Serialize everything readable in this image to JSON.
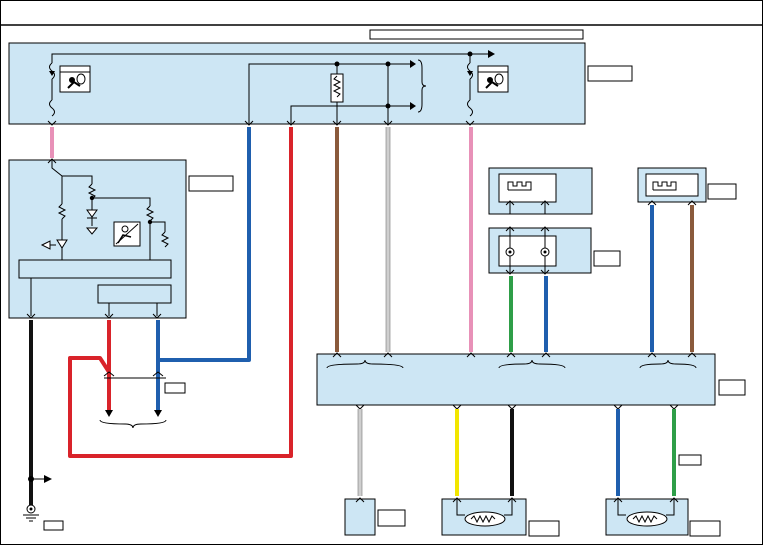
{
  "diagram": {
    "title": "",
    "page_header": "",
    "wire_colors": {
      "pink": "#e891b8",
      "blue": "#1f5fae",
      "red": "#d9232a",
      "brown": "#8a5a3c",
      "white": "#cfcfcf",
      "green": "#2e9e48",
      "yellow": "#f2e600",
      "black": "#111111"
    },
    "panel_fill": "#cde6f4",
    "components": [
      {
        "id": "airbag-control-module",
        "label": ""
      },
      {
        "id": "clock-spring-module",
        "label": ""
      },
      {
        "id": "upper-sensor",
        "label": ""
      },
      {
        "id": "occupant-sensor",
        "label": ""
      },
      {
        "id": "right-sensor",
        "label": ""
      },
      {
        "id": "central-junction",
        "label": ""
      },
      {
        "id": "ground-point",
        "label": ""
      },
      {
        "id": "left-inflator",
        "label": ""
      },
      {
        "id": "right-inflator",
        "label": ""
      },
      {
        "id": "small-module",
        "label": ""
      }
    ]
  }
}
